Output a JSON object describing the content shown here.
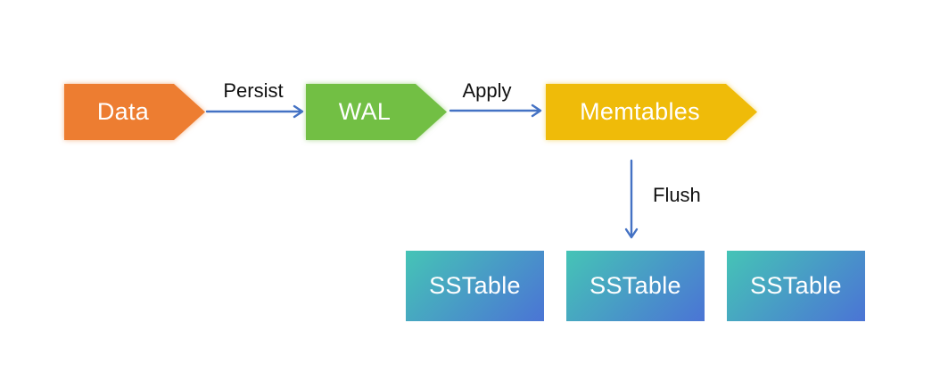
{
  "diagram": {
    "colors": {
      "orange": "#ED7D31",
      "green": "#72BF44",
      "gold": "#EFBB09",
      "teal": "#45C4B6",
      "blue": "#4B74D5",
      "arrow": "#4472C4",
      "node_text": "#ffffff",
      "label_text": "#111111",
      "background": "#ffffff"
    },
    "nodes": {
      "data": {
        "label": "Data",
        "fill": "#ED7D31"
      },
      "wal": {
        "label": "WAL",
        "fill": "#72BF44"
      },
      "memtables": {
        "label": "Memtables",
        "fill": "#EFBB09"
      },
      "sstables": [
        {
          "label": "SSTable"
        },
        {
          "label": "SSTable"
        },
        {
          "label": "SSTable"
        }
      ],
      "sstable_gradient": {
        "from": "#45C4B6",
        "to": "#4B74D5"
      }
    },
    "edges": {
      "persist": {
        "label": "Persist",
        "from": "data",
        "to": "wal",
        "color": "#4472C4"
      },
      "apply": {
        "label": "Apply",
        "from": "wal",
        "to": "memtables",
        "color": "#4472C4"
      },
      "flush": {
        "label": "Flush",
        "from": "memtables",
        "to": "sstables",
        "color": "#4472C4"
      }
    }
  }
}
